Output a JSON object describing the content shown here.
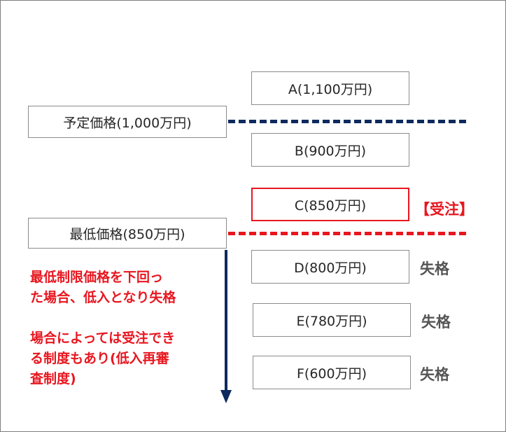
{
  "colors": {
    "navy": "#0d2a5e",
    "red": "#e8161f",
    "border": "#8c8c8c",
    "disqualified_text": "#555555"
  },
  "reference": {
    "planned_price": "予定価格(1,000万円)",
    "minimum_price": "最低価格(850万円)"
  },
  "bids": [
    {
      "label": "A(1,100万円)",
      "status": ""
    },
    {
      "label": "B(900万円)",
      "status": ""
    },
    {
      "label": "C(850万円)",
      "status": "【受注】"
    },
    {
      "label": "D(800万円)",
      "status": "失格"
    },
    {
      "label": "E(780万円)",
      "status": "失格"
    },
    {
      "label": "F(600万円)",
      "status": "失格"
    }
  ],
  "note": {
    "line1": "最低制限価格を下回っ",
    "line2": "た場合、低入となり失格",
    "line3": "場合によっては受注でき",
    "line4": "る制度もあり(低入再審",
    "line5": "査制度)"
  }
}
